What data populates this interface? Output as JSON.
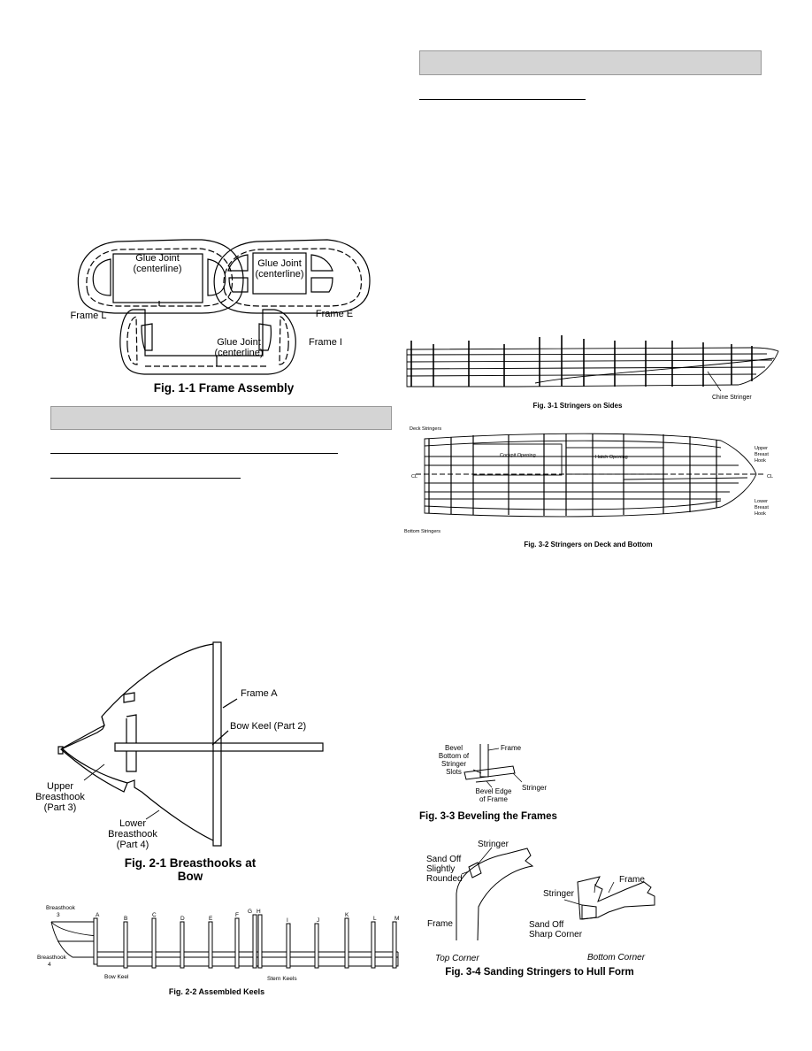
{
  "fig1_1": {
    "caption": "Fig. 1-1  Frame Assembly",
    "glue_joint_1": "Glue Joint",
    "glue_joint_2": "(centerline)",
    "frame_l": "Frame L",
    "frame_e": "Frame E",
    "frame_i": "Frame I"
  },
  "fig2_1": {
    "caption": "Fig. 2-1  Breasthooks at Bow",
    "frame_a": "Frame A",
    "bow_keel": "Bow Keel (Part 2)",
    "upper_1": "Upper",
    "upper_2": "Breasthook",
    "upper_3": "(Part 3)",
    "lower_1": "Lower",
    "lower_2": "Breasthook",
    "lower_3": "(Part 4)"
  },
  "fig2_2": {
    "caption": "Fig. 2-2  Assembled Keels",
    "breasthook3_a": "Breasthook",
    "breasthook3_b": "3",
    "breasthook4_a": "Breasthook",
    "breasthook4_b": "4",
    "bow_keel": "Bow Keel",
    "stern_keels": "Stern Keels",
    "frame_letters": [
      "A",
      "B",
      "C",
      "D",
      "E",
      "F",
      "G",
      "H",
      "I",
      "J",
      "K",
      "L",
      "M"
    ]
  },
  "fig3_1": {
    "caption": "Fig. 3-1  Stringers on Sides",
    "chine": "Chine Stringer"
  },
  "fig3_2": {
    "caption": "Fig. 3-2  Stringers on Deck and Bottom",
    "deck": "Deck Stringers",
    "cockpit": "Cockpit Opening",
    "hatch": "Hatch Opening",
    "upper_1": "Upper",
    "upper_2": "Breast",
    "upper_3": "Hook",
    "lower_1": "Lower",
    "lower_2": "Breast",
    "lower_3": "Hook",
    "cl": "CL",
    "bottom": "Bottom Stringers"
  },
  "fig3_3": {
    "caption": "Fig. 3-3 Beveling the Frames",
    "bevel_1": "Bevel",
    "bevel_2": "Bottom of",
    "bevel_3": "Stringer",
    "bevel_4": "Slots",
    "frame": "Frame",
    "stringer": "Stringer",
    "edge_1": "Bevel Edge",
    "edge_2": "of Frame"
  },
  "fig3_4": {
    "caption": "Fig. 3-4  Sanding Stringers to Hull Form",
    "stringer": "Stringer",
    "sand1_1": "Sand Off",
    "sand1_2": "Slightly",
    "sand1_3": "Rounded",
    "frame": "Frame",
    "top_corner": "Top Corner",
    "sand2_1": "Sand Off",
    "sand2_2": "Sharp Corner",
    "bottom_corner": "Bottom Corner"
  }
}
